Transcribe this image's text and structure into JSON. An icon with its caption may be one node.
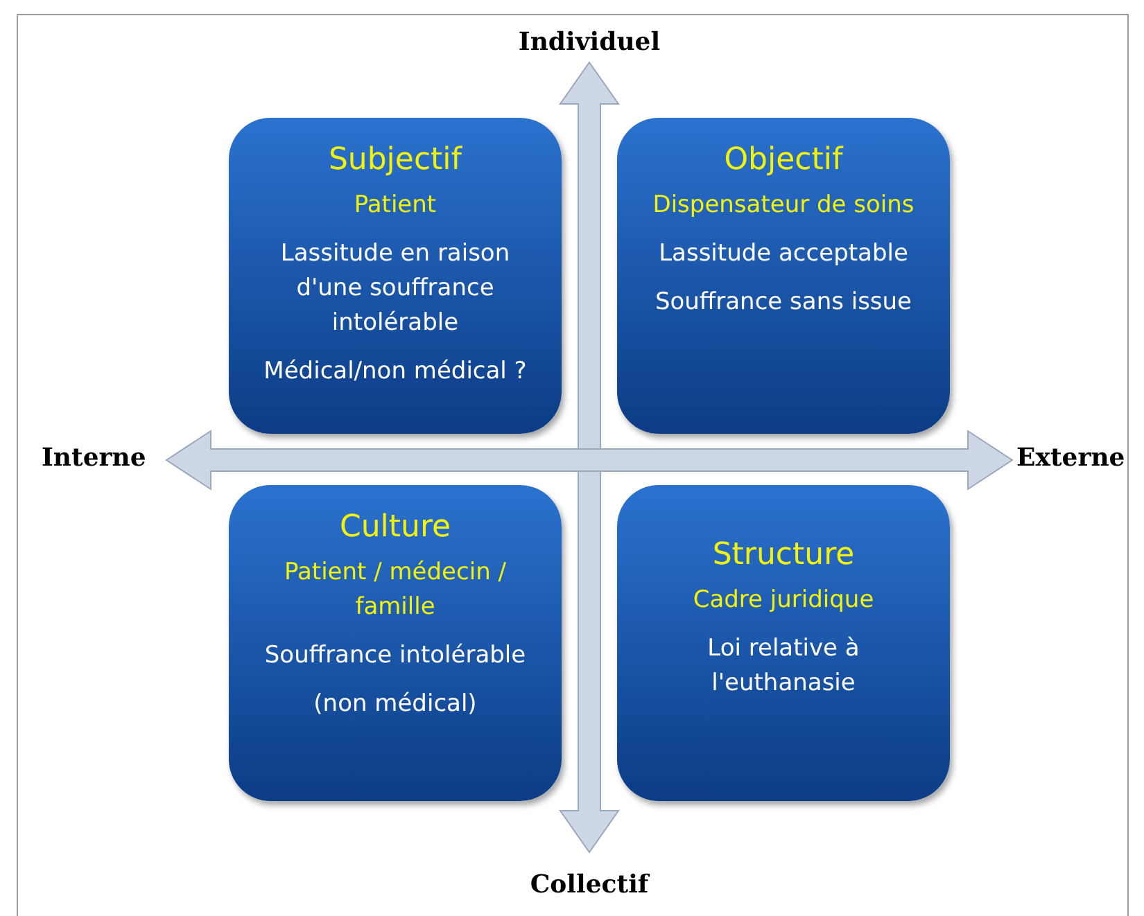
{
  "diagram": {
    "nodes": [
      {
        "text": [
          "Subjectif",
          "Patient",
          "Lassitude en raison d'une souffrance intolérable",
          "Médical/non médical ?"
        ]
      },
      {
        "text": [
          "Objectif",
          "Dispensateur de soins",
          "Lassitude acceptable",
          "Souffrance sans issue"
        ]
      },
      {
        "text": [
          "Culture",
          "Patient / médecin / famille",
          "Souffrance intolérable",
          "(non médical)"
        ]
      },
      {
        "text": [
          "Structure",
          "Cadre juridique",
          "Loi relative à l'euthanasie"
        ]
      }
    ],
    "labels": [
      "Individuel",
      "Interne",
      "Externe",
      "Collectif"
    ]
  }
}
